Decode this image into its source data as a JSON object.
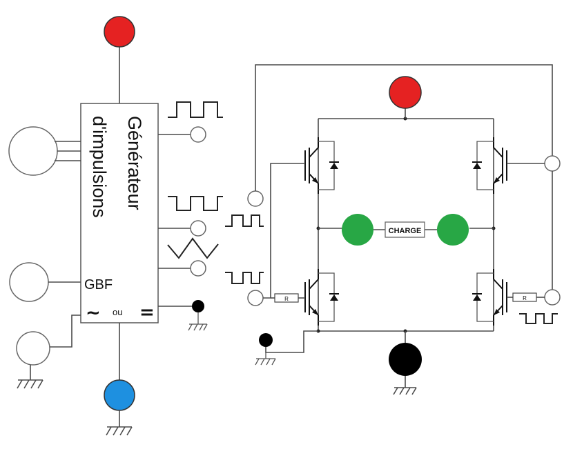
{
  "generator": {
    "title_line1": "Générateur",
    "title_line2": "d'impulsions",
    "gbf_label": "GBF",
    "ac_symbol": "~",
    "ou_label": "ou",
    "dc_symbol": "="
  },
  "bridge": {
    "load_label": "CHARGE",
    "resistor_label_left": "R",
    "resistor_label_right": "R"
  },
  "colors": {
    "positive": "#e52222",
    "negative": "#000000",
    "blue": "#1e90e0",
    "load": "#28a745"
  },
  "icons": [
    "square-wave-icon",
    "inverted-square-wave-icon",
    "triangle-wave-icon",
    "ground-icon",
    "transistor-icon",
    "diode-icon"
  ]
}
